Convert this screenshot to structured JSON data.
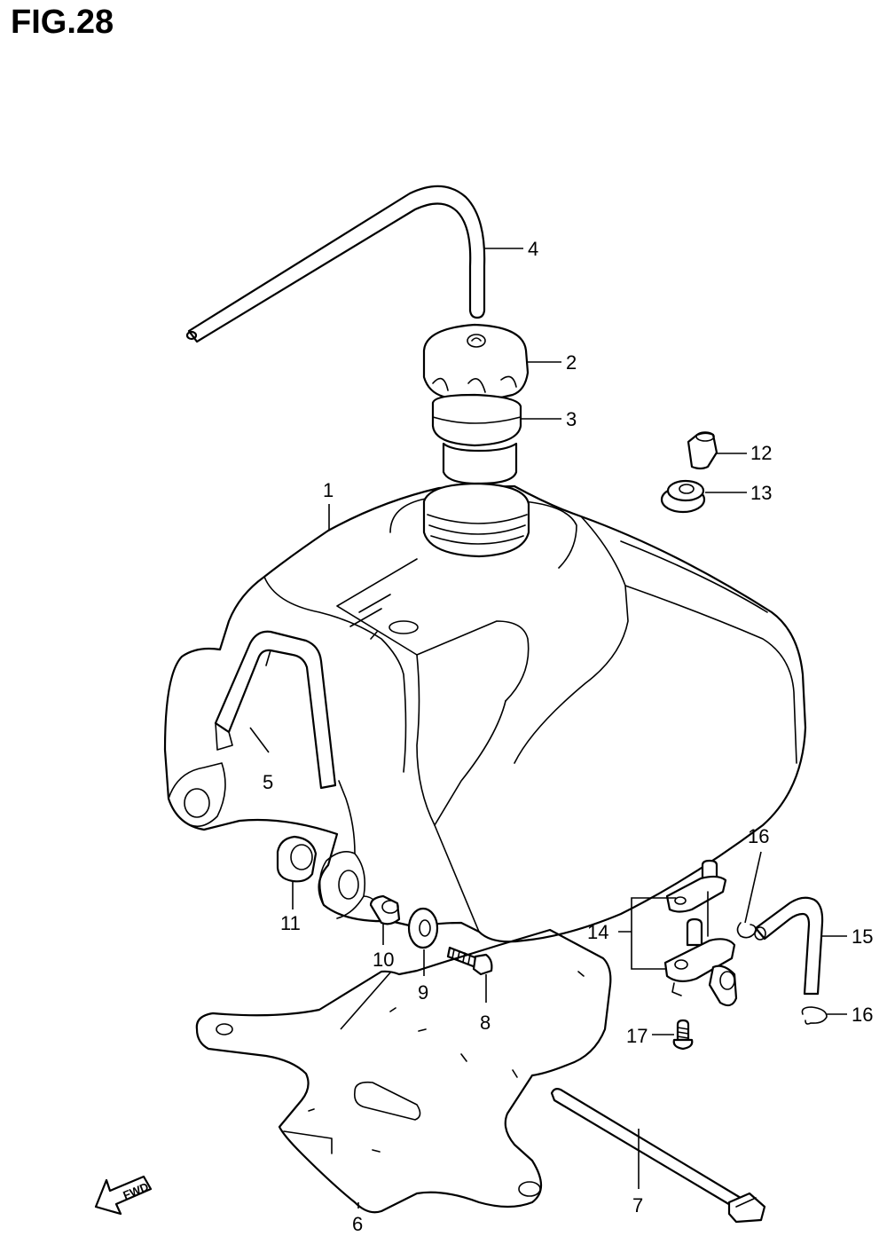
{
  "figure": {
    "title": "FIG.28",
    "callouts": {
      "c1": "1",
      "c2": "2",
      "c3": "3",
      "c4": "4",
      "c5": "5",
      "c6": "6",
      "c7": "7",
      "c8": "8",
      "c9": "9",
      "c10": "10",
      "c11": "11",
      "c12": "12",
      "c13": "13",
      "c14": "14",
      "c15": "15",
      "c16a": "16",
      "c16b": "16",
      "c17": "17"
    },
    "fwd_label": "FWD"
  }
}
